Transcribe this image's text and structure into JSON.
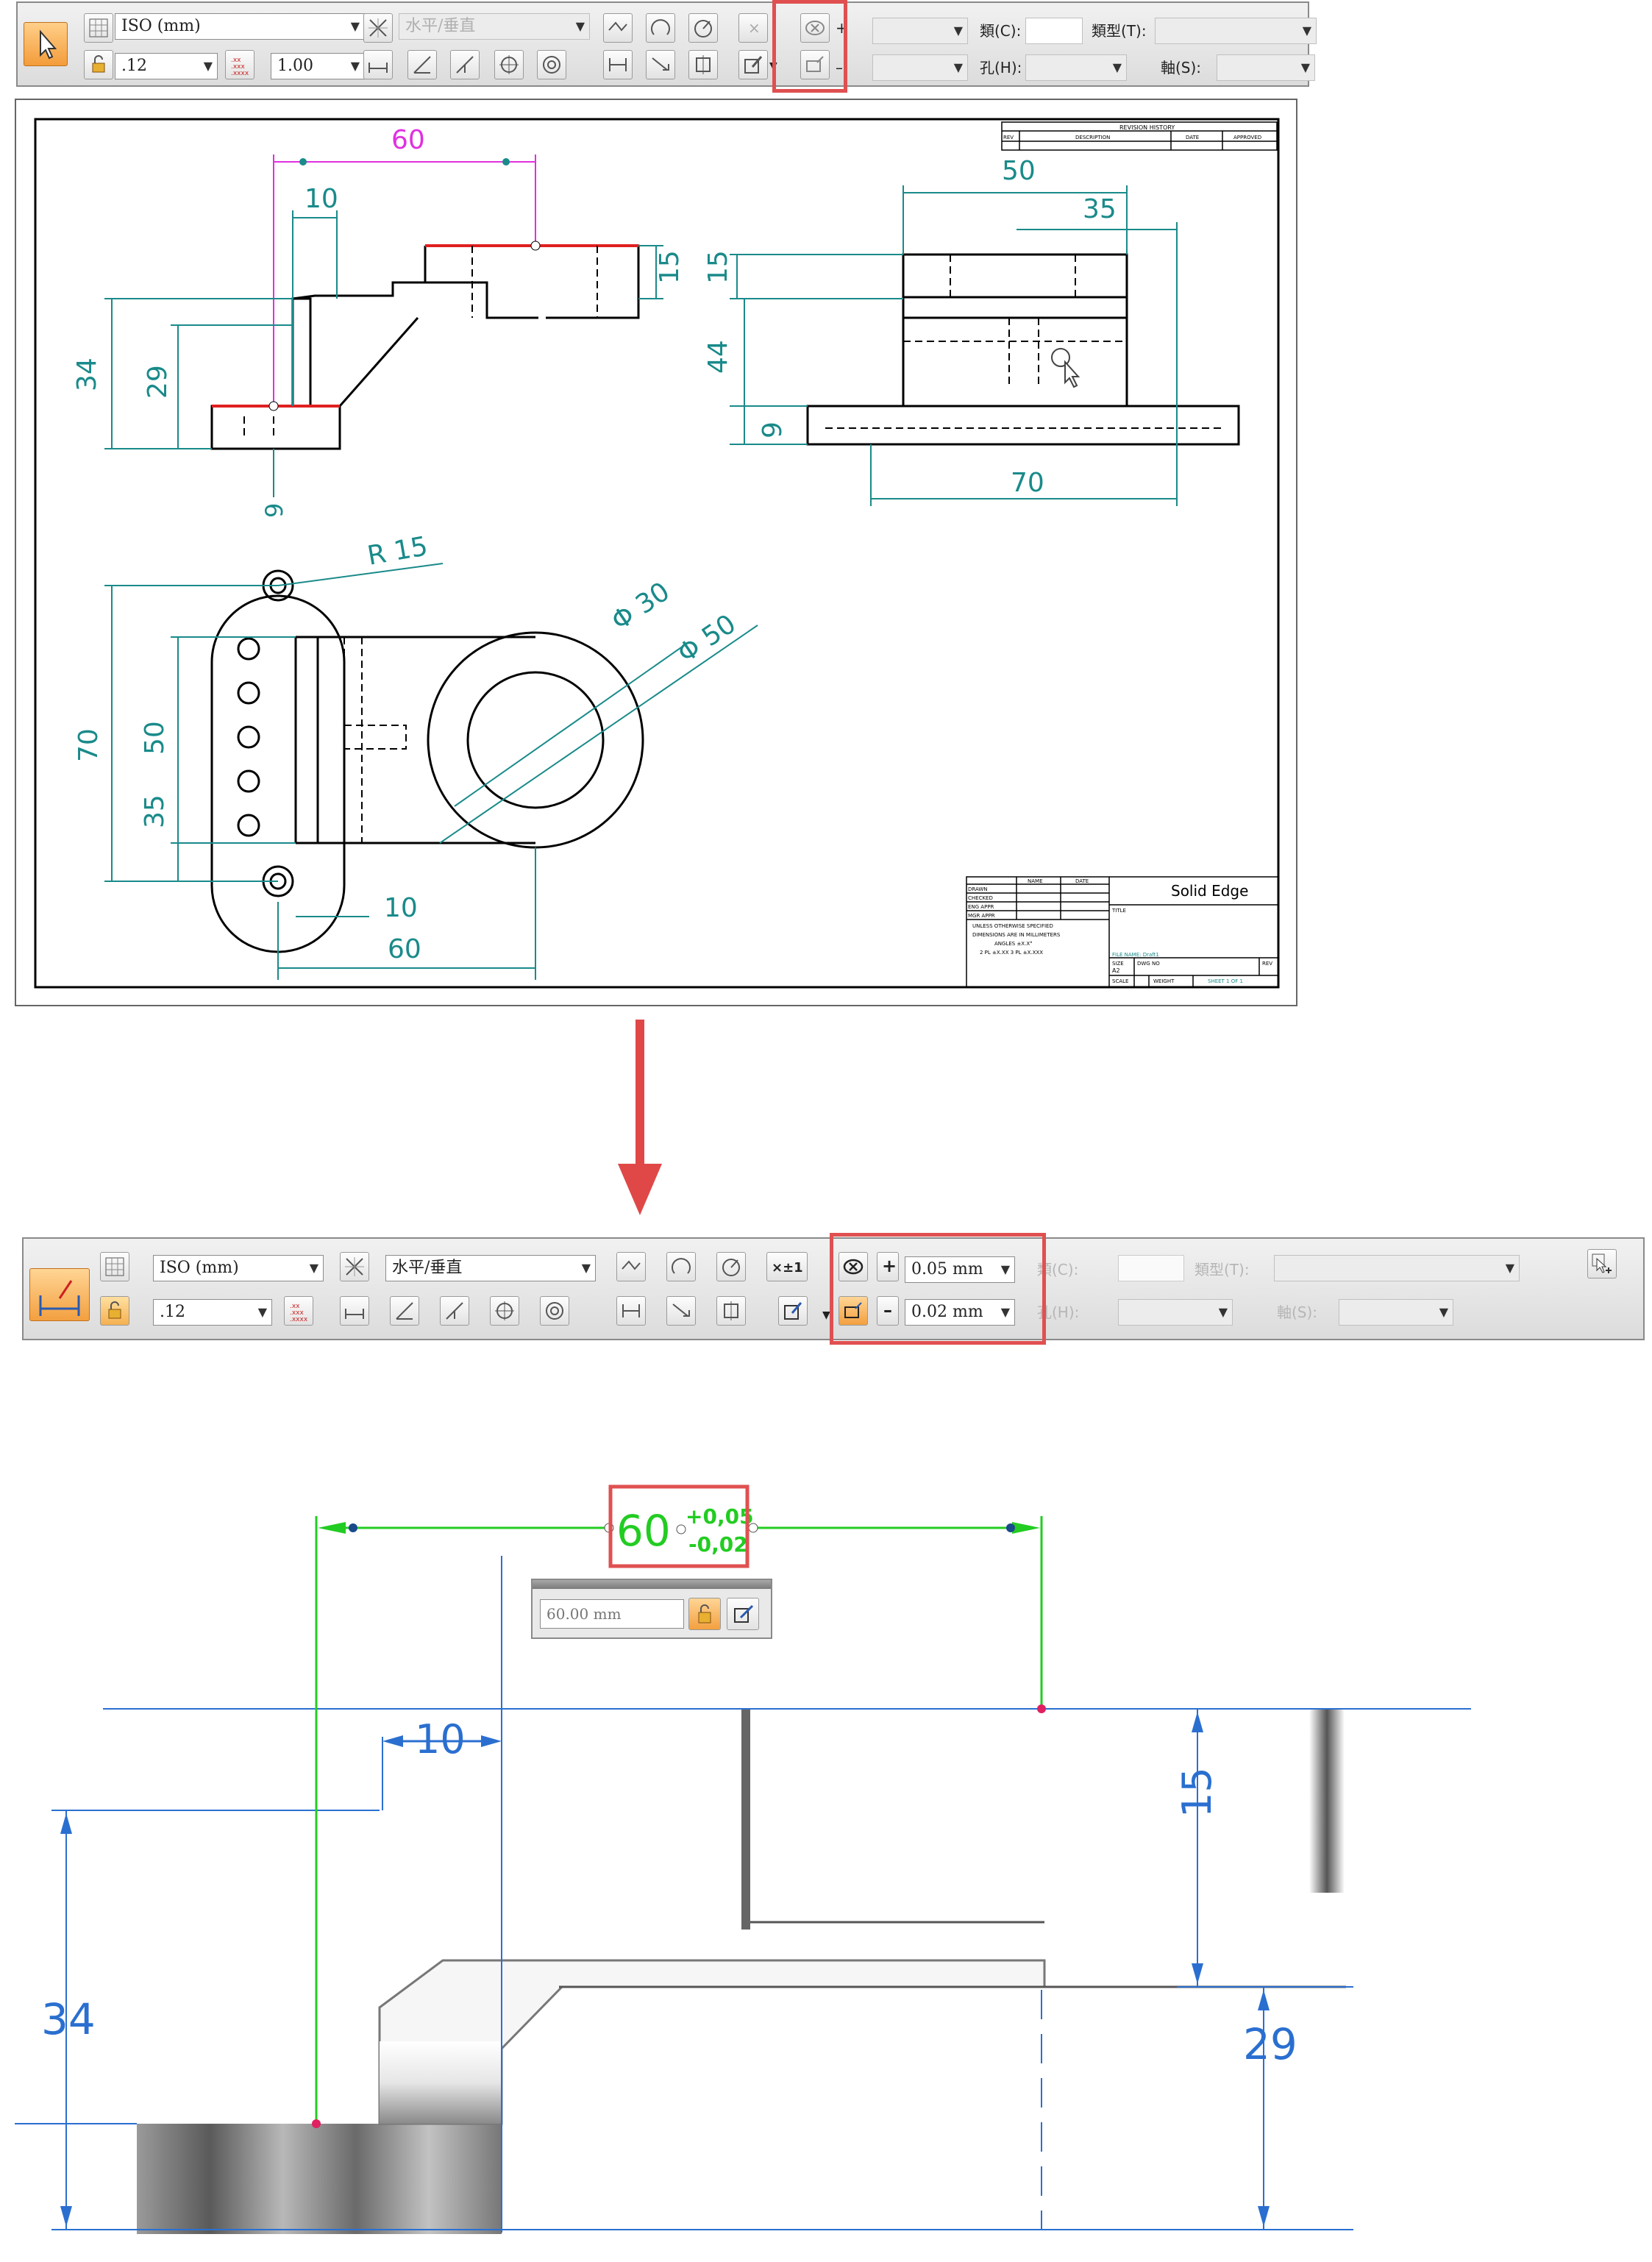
{
  "toolbar_top": {
    "standard": "ISO (mm)",
    "precision": ".12",
    "scale": "1.00",
    "orientation": "水平/垂直",
    "class_label": "類(C):",
    "type_label": "類型(T):",
    "hole_label": "孔(H):",
    "axis_label": "軸(S):",
    "plus": "+",
    "minus": "–",
    "x_symbol": "×"
  },
  "drawing": {
    "dim_top_60": "60",
    "dim_10": "10",
    "dim_15a": "15",
    "dim_15b": "15",
    "dim_34": "34",
    "dim_29": "29",
    "dim_9a": "9",
    "dim_50_side": "50",
    "dim_35_side": "35",
    "dim_44": "44",
    "dim_9b": "9",
    "dim_70_side": "70",
    "dim_r15": "R 15",
    "dim_phi30": "Φ 30",
    "dim_phi50": "Φ 50",
    "dim_70_plan": "70",
    "dim_50_plan": "50",
    "dim_35_plan": "35",
    "dim_10_plan": "10",
    "dim_60_plan": "60",
    "title_block_brand": "Solid Edge",
    "revision_history": "REVISION HISTORY",
    "rev": "REV",
    "description": "DESCRIPTION",
    "date": "DATE",
    "approved": "APPROVED",
    "drawn": "DRAWN",
    "checked": "CHECKED",
    "eng_appr": "ENG APPR",
    "mgr_appr": "MGR APPR",
    "name": "NAME",
    "date2": "DATE",
    "title": "TITLE",
    "size": "SIZE",
    "size_val": "A2",
    "dwg_no": "DWG NO",
    "rev2": "REV",
    "scale": "SCALE",
    "weight": "WEIGHT",
    "sheet": "SHEET 1 OF 1",
    "file_name": "FILE NAME: Draft1",
    "note1": "UNLESS OTHERWISE SPECIFIED",
    "note2": "DIMENSIONS ARE IN MILLIMETERS",
    "note3": "ANGLES ±X.X°",
    "note4": "2 PL ±X.XX 3 PL ±X.XXX"
  },
  "toolbar_bottom": {
    "standard": "ISO (mm)",
    "precision": ".12",
    "orientation": "水平/垂直",
    "tolerance_btn": "×±1",
    "upper_tol": "0.05 mm",
    "lower_tol": "0.02 mm",
    "class_label": "類(C):",
    "type_label": "類型(T):",
    "hole_label": "孔(H):",
    "axis_label": "軸(S):",
    "plus": "+",
    "minus": "–"
  },
  "closeup": {
    "dim_main": "60",
    "tol_upper": "+0,05",
    "tol_lower": "-0,02",
    "edit_value": "60.00 mm",
    "dim_10": "10",
    "dim_15": "15",
    "dim_34": "34",
    "dim_29": "29"
  },
  "colors": {
    "highlight": "#e05050",
    "dimension_teal": "#1a8a8a",
    "dimension_blue": "#2a6fd0",
    "active_green": "#22cc22",
    "active_orange": "#f6a640"
  }
}
